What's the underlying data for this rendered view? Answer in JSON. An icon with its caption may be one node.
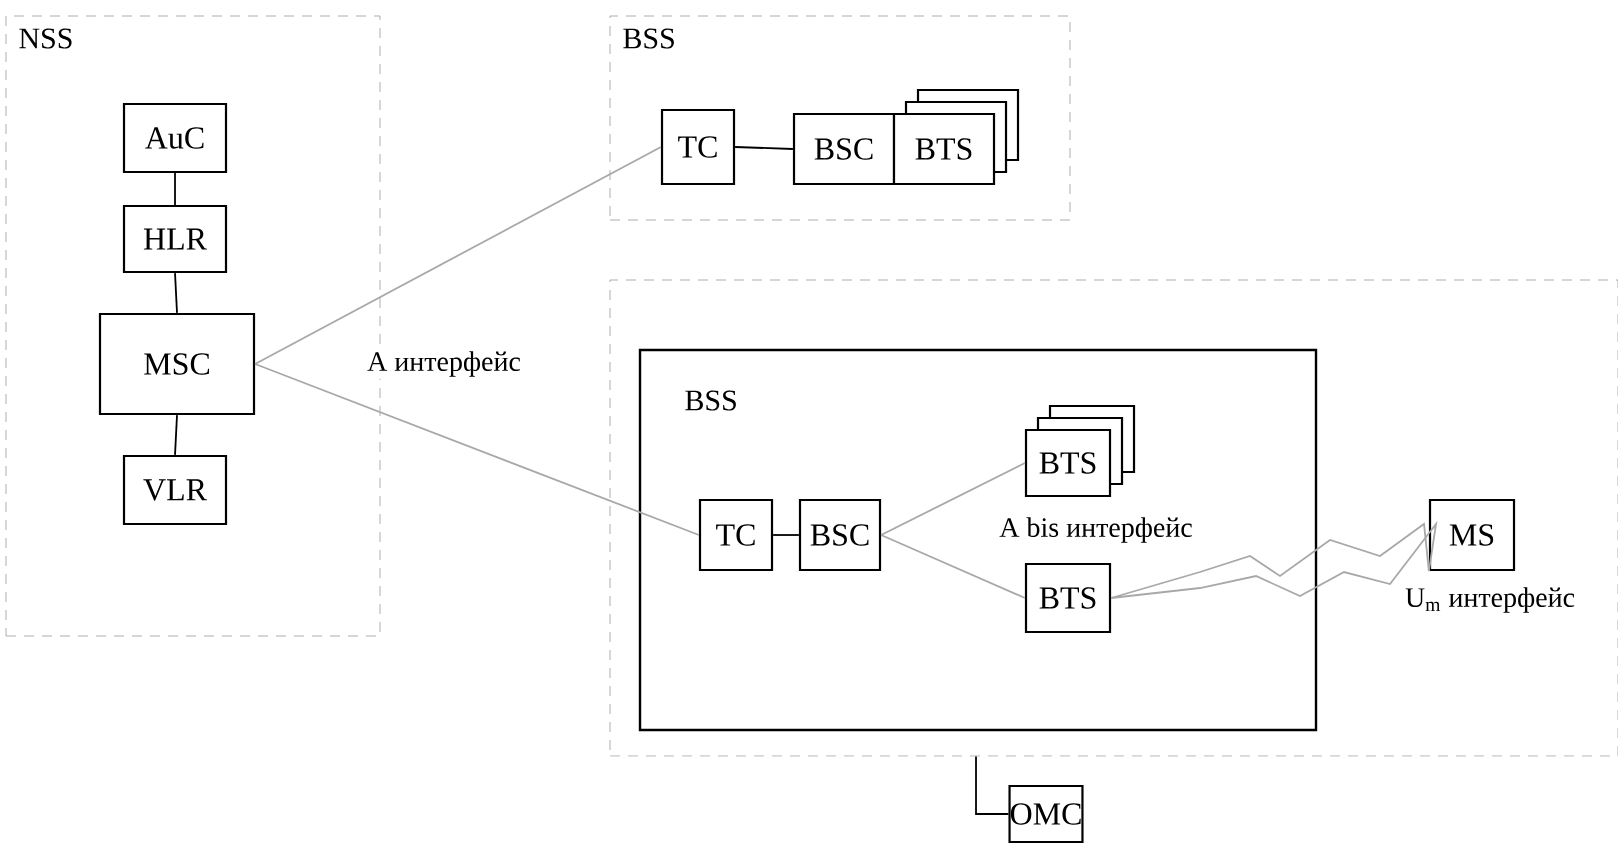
{
  "diagram": {
    "nodes": [
      {
        "text": [
          "NSS"
        ]
      },
      {
        "text": [
          "AuC"
        ],
        "in": 0
      },
      {
        "text": [
          "HLR"
        ],
        "in": 0
      },
      {
        "text": [
          "MSC"
        ],
        "in": 0
      },
      {
        "text": [
          "VLR"
        ],
        "in": 0
      },
      {
        "text": [
          "BSS"
        ]
      },
      {
        "text": [
          "TC"
        ],
        "in": 5
      },
      {
        "text": [
          "BSC"
        ],
        "in": 5
      },
      {
        "text": [
          "BTS"
        ],
        "in": 5
      },
      {
        "text": [],
        "shape": "box"
      },
      {
        "text": [
          "BSS"
        ],
        "in": 9
      },
      {
        "text": [
          "TC"
        ],
        "in": 10
      },
      {
        "text": [
          "BSC"
        ],
        "in": 10
      },
      {
        "text": [
          "BTS"
        ],
        "in": 10
      },
      {
        "text": [
          "BTS"
        ],
        "in": 10
      },
      {
        "text": [
          "MS"
        ],
        "in": 9
      },
      {
        "text": [
          "OMC"
        ]
      }
    ],
    "edges": [
      {
        "from": 1,
        "to": 2,
        "arrow": "none"
      },
      {
        "from": 2,
        "to": 3,
        "arrow": "none"
      },
      {
        "from": 3,
        "to": 4,
        "arrow": "none"
      },
      {
        "from": 3,
        "to": 6,
        "arrow": "none",
        "label": "A интерфейс",
        "color": "#a8a8a8"
      },
      {
        "from": 3,
        "to": 11,
        "arrow": "none",
        "color": "#a8a8a8"
      },
      {
        "from": 6,
        "to": 7,
        "arrow": "none"
      },
      {
        "from": 11,
        "to": 12,
        "arrow": "none"
      },
      {
        "from": 12,
        "to": 13,
        "arrow": "none",
        "color": "#a8a8a8"
      },
      {
        "from": 12,
        "to": 14,
        "arrow": "none",
        "label": "A bis интерфейс",
        "color": "#a8a8a8"
      },
      {
        "from": 14,
        "to": 15,
        "arrow": "none",
        "color": "#a8a8a8"
      },
      {
        "from": 14,
        "to": 15,
        "arrow": "none",
        "label": "U$_{m}$ интерфейс",
        "color": "#a8a8a8"
      },
      {
        "from": 16,
        "to": 9,
        "arrow": "none"
      }
    ]
  }
}
